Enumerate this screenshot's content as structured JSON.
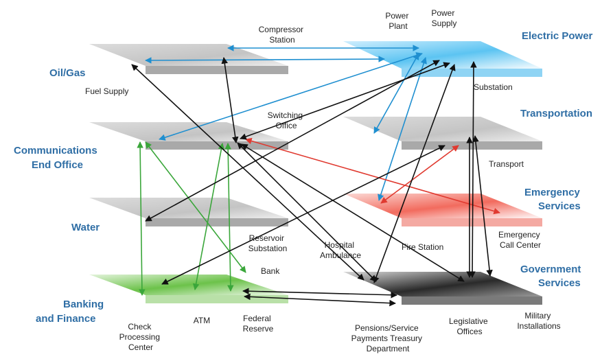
{
  "colors": {
    "sector_text": "#2f6ea5",
    "blue_link": "#1f8fd0",
    "black_link": "#111111",
    "green_link": "#3aa63a",
    "red_link": "#e03a30",
    "electric_layer": "#5cc4f2",
    "emergency_layer": "#f26b5e",
    "banking_layer": "#6cc24a",
    "government_layer": "#2a2a2a"
  },
  "sectors": {
    "oil_gas": "Oil/Gas",
    "communications": [
      "Communications",
      "End Office"
    ],
    "water": "Water",
    "banking": [
      "Banking",
      "and Finance"
    ],
    "electric": "Electric Power",
    "transportation": "Transportation",
    "emergency": [
      "Emergency",
      "Services"
    ],
    "government": [
      "Government",
      "Services"
    ]
  },
  "facilities": {
    "compressor": [
      "Compressor",
      "Station"
    ],
    "power_plant": [
      "Power",
      "Plant"
    ],
    "power_supply": [
      "Power",
      "Supply"
    ],
    "fuel_supply": "Fuel Supply",
    "substation": "Substation",
    "switching": [
      "Switching",
      "Office"
    ],
    "transport": "Transport",
    "reservoir": [
      "Reservoir",
      "Substation"
    ],
    "hospital": [
      "Hospital",
      "Ambulance"
    ],
    "fire_station": "Fire Station",
    "emergency_call": [
      "Emergency",
      "Call Center"
    ],
    "bank": "Bank",
    "check": [
      "Check",
      "Processing",
      "Center"
    ],
    "atm": "ATM",
    "federal": [
      "Federal",
      "Reserve"
    ],
    "pensions": [
      "Pensions/Service",
      "Payments Treasury",
      "Department"
    ],
    "legislative": [
      "Legislative",
      "Offices"
    ],
    "military": [
      "Military",
      "Installations"
    ]
  }
}
